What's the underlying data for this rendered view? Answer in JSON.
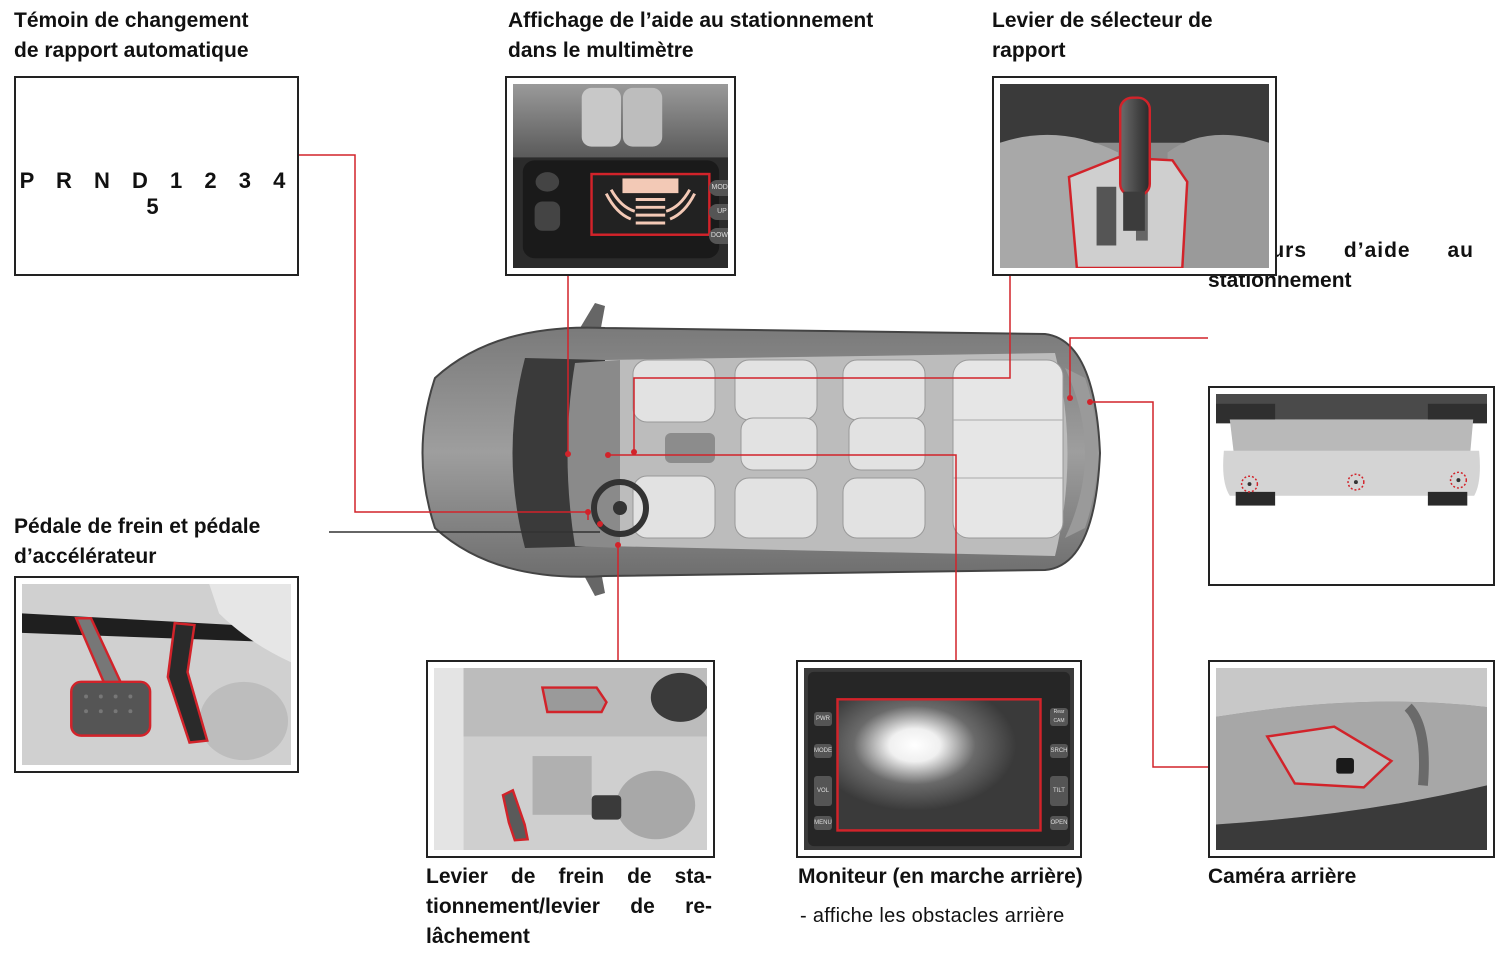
{
  "labels": {
    "shift_indicator": [
      "Témoin de changement",
      "de rapport automatique"
    ],
    "parking_display": [
      "Affichage de l’aide au stationnement",
      "dans le multimètre"
    ],
    "shift_lever": [
      "Levier de sélecteur de",
      "rapport"
    ],
    "parking_sensors": [
      "Capteurs d’aide au",
      "stationnement"
    ],
    "pedals": [
      "Pédale de frein et pédale",
      "d’accélérateur"
    ],
    "parking_brake": [
      "Levier de frein de sta-",
      "tionnement/levier de re-",
      "lâchement"
    ],
    "monitor_title": "Moniteur (en marche arrière)",
    "monitor_note": "- affiche les obstacles arrière",
    "rear_camera": "Caméra arrière"
  },
  "gear_indicator": "P R N D 1 2 3 4 5",
  "display_buttons": [
    "MODE",
    "UP",
    "DOWN"
  ],
  "monitor_buttons_left": [
    "PWR",
    "MODE",
    "VOL",
    "MENU"
  ],
  "monitor_buttons_right": [
    "Rear CAM",
    "SRCH",
    "TILT",
    "OPEN"
  ],
  "colors": {
    "leader": "#d2232a",
    "highlight": "#d2232a",
    "frame": "#222222"
  }
}
